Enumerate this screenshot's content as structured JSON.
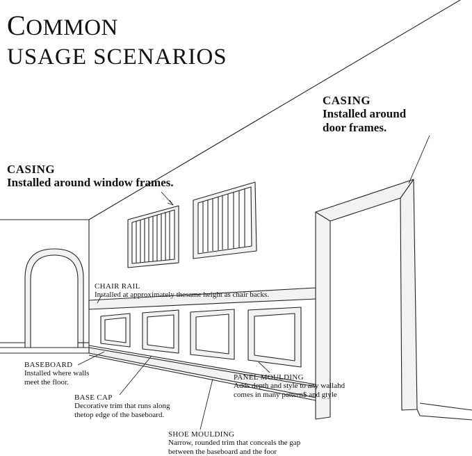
{
  "title": {
    "line1_first": "C",
    "line1_rest": "OMMON",
    "line2": "USAGE SCENARIOS"
  },
  "labels": {
    "door_casing": {
      "heading": "CASING",
      "desc_line1": "Installed around",
      "desc_line2": "door frames."
    },
    "window_casing": {
      "heading": "CASING",
      "desc_line1": "Installed around window frames."
    },
    "chair_rail": {
      "heading": "CHAIR RAIL",
      "desc_line1": "Installed at approximately thesame height as chair backs."
    },
    "baseboard": {
      "heading": "BASEBOARD",
      "desc_line1": "Installed where walls",
      "desc_line2": "meet the floor."
    },
    "base_cap": {
      "heading": "BASE CAP",
      "desc_line1": "Decorative trim that runs along",
      "desc_line2": "thetop edge of the baseboard."
    },
    "panel_moulding": {
      "heading": "PANEL MOULDING",
      "desc_line1": "Adds depth and style to any wallahd",
      "desc_line2": "comes in many pattern$ and gtyle"
    },
    "shoe_moulding": {
      "heading": "SHOE MOULDING",
      "desc_line1": "Narrow, rounded trim that conceals the gap",
      "desc_line2": "between the baseboard and the foor"
    }
  },
  "colors": {
    "line": "#222222",
    "trim_fill": "#f2f2f2",
    "trim_shade": "#d8d8d8"
  }
}
